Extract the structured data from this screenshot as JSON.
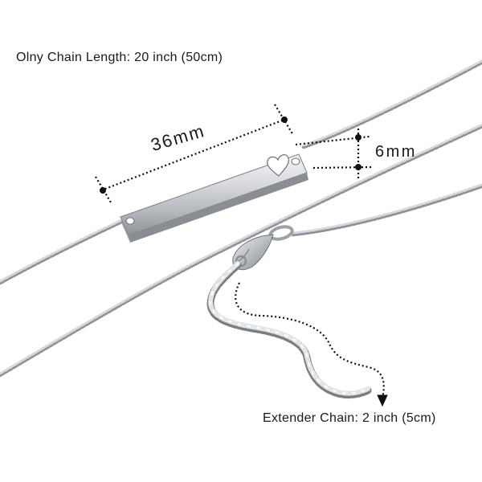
{
  "product": {
    "chain_length_label": "Olny Chain Length: 20 inch (50cm)",
    "extender_label": "Extender Chain: 2 inch (5cm)",
    "bar_width_label": "36mm",
    "bar_height_label": "6mm"
  },
  "icons": {
    "heart": "heart-icon"
  },
  "colors": {
    "metal": "#c9ccd0",
    "metal_shadow": "#8e9296",
    "metal_highlight": "#f2f3f4",
    "dimension_line": "#111111"
  }
}
